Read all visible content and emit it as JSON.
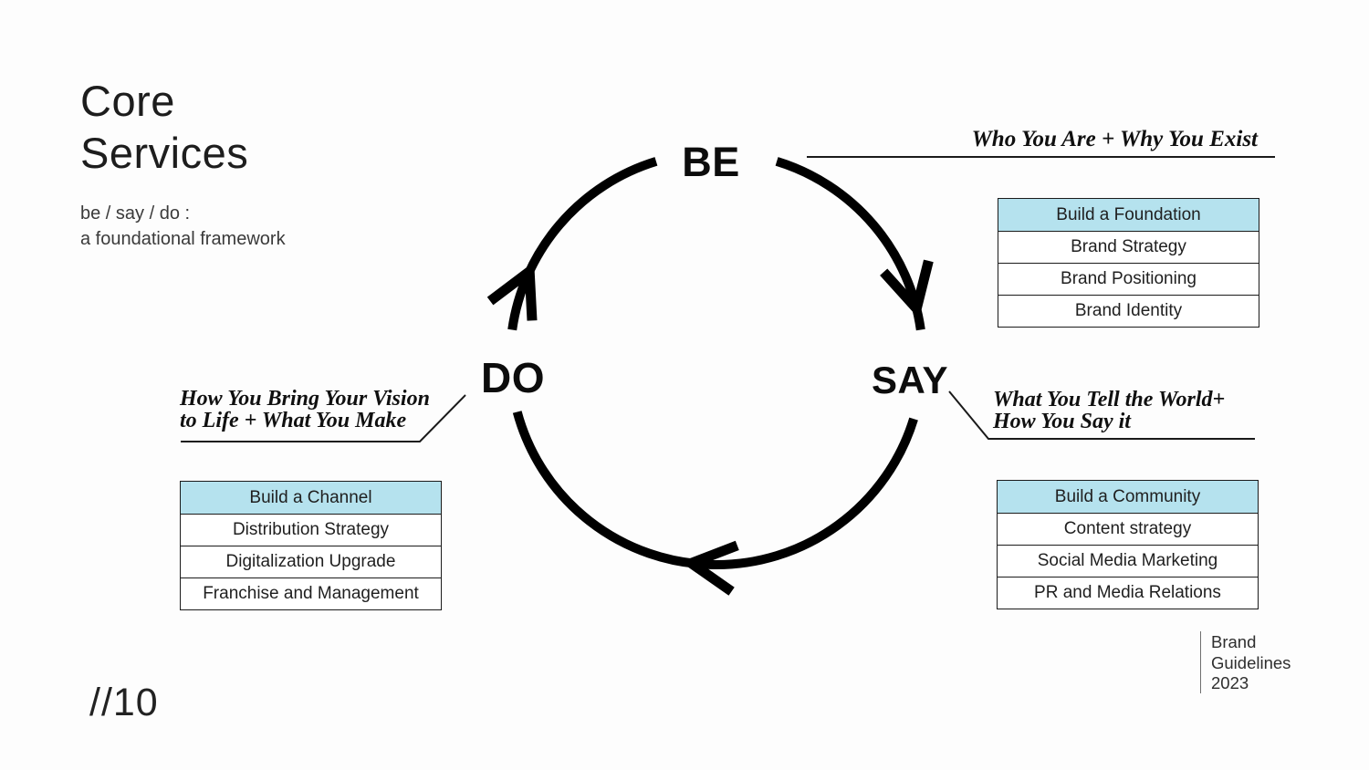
{
  "page": {
    "title_lines": [
      "Core",
      "Services"
    ],
    "subtitle_lines": [
      "be / say / do :",
      "a foundational framework"
    ],
    "page_number": "//10",
    "footer_lines": [
      "Brand",
      "Guidelines",
      "2023"
    ]
  },
  "cycle": {
    "nodes": [
      {
        "id": "be",
        "label": "BE"
      },
      {
        "id": "say",
        "label": "SAY"
      },
      {
        "id": "do",
        "label": "DO"
      }
    ],
    "direction": "clockwise"
  },
  "annotations": {
    "be": {
      "lines": [
        "Who You Are + Why You Exist"
      ]
    },
    "say": {
      "lines": [
        "What You Tell the World+",
        "How You Say it"
      ]
    },
    "do": {
      "lines": [
        "How You Bring Your Vision",
        "to Life + What You Make"
      ]
    }
  },
  "tables": [
    {
      "id": "foundation",
      "header": "Build a Foundation",
      "rows": [
        "Brand Strategy",
        "Brand Positioning",
        "Brand Identity"
      ]
    },
    {
      "id": "channel",
      "header": "Build a Channel",
      "rows": [
        "Distribution Strategy",
        "Digitalization Upgrade",
        "Franchise and Management"
      ]
    },
    {
      "id": "community",
      "header": "Build a Community",
      "rows": [
        "Content strategy",
        "Social Media Marketing",
        "PR and Media Relations"
      ]
    }
  ],
  "colors": {
    "table_header_fill": "#b5e2ee",
    "ink": "#0c0c0c",
    "background": "#fdfdfd"
  }
}
